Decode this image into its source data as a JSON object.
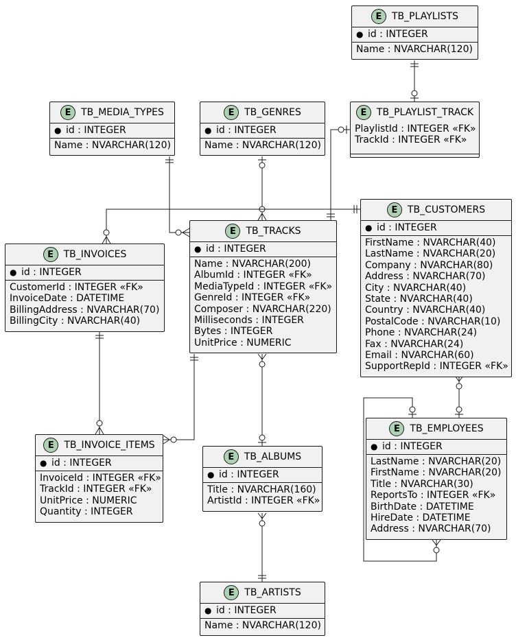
{
  "entities": {
    "playlists": {
      "badge": "E",
      "name": "TB_PLAYLISTS",
      "pk": "id : INTEGER",
      "attrs": [
        "Name : NVARCHAR(120)"
      ]
    },
    "playlist_track": {
      "badge": "E",
      "name": "TB_PLAYLIST_TRACK",
      "pk": "",
      "attrs": [
        "PlaylistId : INTEGER «FK»",
        "TrackId : INTEGER «FK»"
      ]
    },
    "media_types": {
      "badge": "E",
      "name": "TB_MEDIA_TYPES",
      "pk": "id : INTEGER",
      "attrs": [
        "Name : NVARCHAR(120)"
      ]
    },
    "genres": {
      "badge": "E",
      "name": "TB_GENRES",
      "pk": "id : INTEGER",
      "attrs": [
        "Name : NVARCHAR(120)"
      ]
    },
    "customers": {
      "badge": "E",
      "name": "TB_CUSTOMERS",
      "pk": "id : INTEGER",
      "attrs": [
        "FirstName : NVARCHAR(40)",
        "LastName : NVARCHAR(20)",
        "Company : NVARCHAR(80)",
        "Address : NVARCHAR(70)",
        "City : NVARCHAR(40)",
        "State : NVARCHAR(40)",
        "Country : NVARCHAR(40)",
        "PostalCode : NVARCHAR(10)",
        "Phone : NVARCHAR(24)",
        "Fax : NVARCHAR(24)",
        "Email : NVARCHAR(60)",
        "SupportRepId : INTEGER «FK»"
      ]
    },
    "tracks": {
      "badge": "E",
      "name": "TB_TRACKS",
      "pk": "id : INTEGER",
      "attrs": [
        "Name : NVARCHAR(200)",
        "AlbumId : INTEGER «FK»",
        "MediaTypeId : INTEGER «FK»",
        "GenreId : INTEGER «FK»",
        "Composer : NVARCHAR(220)",
        "Milliseconds : INTEGER",
        "Bytes : INTEGER",
        "UnitPrice : NUMERIC"
      ]
    },
    "invoices": {
      "badge": "E",
      "name": "TB_INVOICES",
      "pk": "id : INTEGER",
      "attrs": [
        "CustomerId : INTEGER «FK»",
        "InvoiceDate : DATETIME",
        "BillingAddress : NVARCHAR(70)",
        "BillingCity : NVARCHAR(40)"
      ]
    },
    "invoice_items": {
      "badge": "E",
      "name": "TB_INVOICE_ITEMS",
      "pk": "id : INTEGER",
      "attrs": [
        "InvoiceId : INTEGER «FK»",
        "TrackId : INTEGER «FK»",
        "UnitPrice : NUMERIC",
        "Quantity : INTEGER"
      ]
    },
    "albums": {
      "badge": "E",
      "name": "TB_ALBUMS",
      "pk": "id : INTEGER",
      "attrs": [
        "Title : NVARCHAR(160)",
        "ArtistId : INTEGER «FK»"
      ]
    },
    "employees": {
      "badge": "E",
      "name": "TB_EMPLOYEES",
      "pk": "id : INTEGER",
      "attrs": [
        "LastName : NVARCHAR(20)",
        "FirstName : NVARCHAR(20)",
        "Title : NVARCHAR(30)",
        "ReportsTo : INTEGER «FK»",
        "BirthDate : DATETIME",
        "HireDate : DATETIME",
        "Address : NVARCHAR(70)"
      ]
    },
    "artists": {
      "badge": "E",
      "name": "TB_ARTISTS",
      "pk": "id : INTEGER",
      "attrs": [
        "Name : NVARCHAR(120)"
      ]
    }
  },
  "relationships": [
    {
      "from": "playlists",
      "to": "playlist_track",
      "from_card": "one-and-only-one",
      "to_card": "zero-or-one"
    },
    {
      "from": "playlist_track",
      "to": "tracks",
      "from_card": "zero-or-one",
      "to_card": "one-and-only-one"
    },
    {
      "from": "media_types",
      "to": "tracks",
      "from_card": "one-and-only-one",
      "to_card": "zero-or-many"
    },
    {
      "from": "genres",
      "to": "tracks",
      "from_card": "zero-or-one",
      "to_card": "zero-or-many"
    },
    {
      "from": "customers",
      "to": "invoices",
      "from_card": "one-and-only-one",
      "to_card": "zero-or-many"
    },
    {
      "from": "customers",
      "to": "employees",
      "from_card": "zero-or-many",
      "to_card": "zero-or-one"
    },
    {
      "from": "invoices",
      "to": "invoice_items",
      "from_card": "one-and-only-one",
      "to_card": "zero-or-many"
    },
    {
      "from": "tracks",
      "to": "invoice_items",
      "from_card": "one-and-only-one",
      "to_card": "zero-or-many"
    },
    {
      "from": "tracks",
      "to": "albums",
      "from_card": "zero-or-many",
      "to_card": "zero-or-one"
    },
    {
      "from": "albums",
      "to": "artists",
      "from_card": "zero-or-many",
      "to_card": "one-and-only-one"
    },
    {
      "from": "employees",
      "to": "employees",
      "from_card": "zero-or-many",
      "to_card": "zero-or-one"
    }
  ]
}
